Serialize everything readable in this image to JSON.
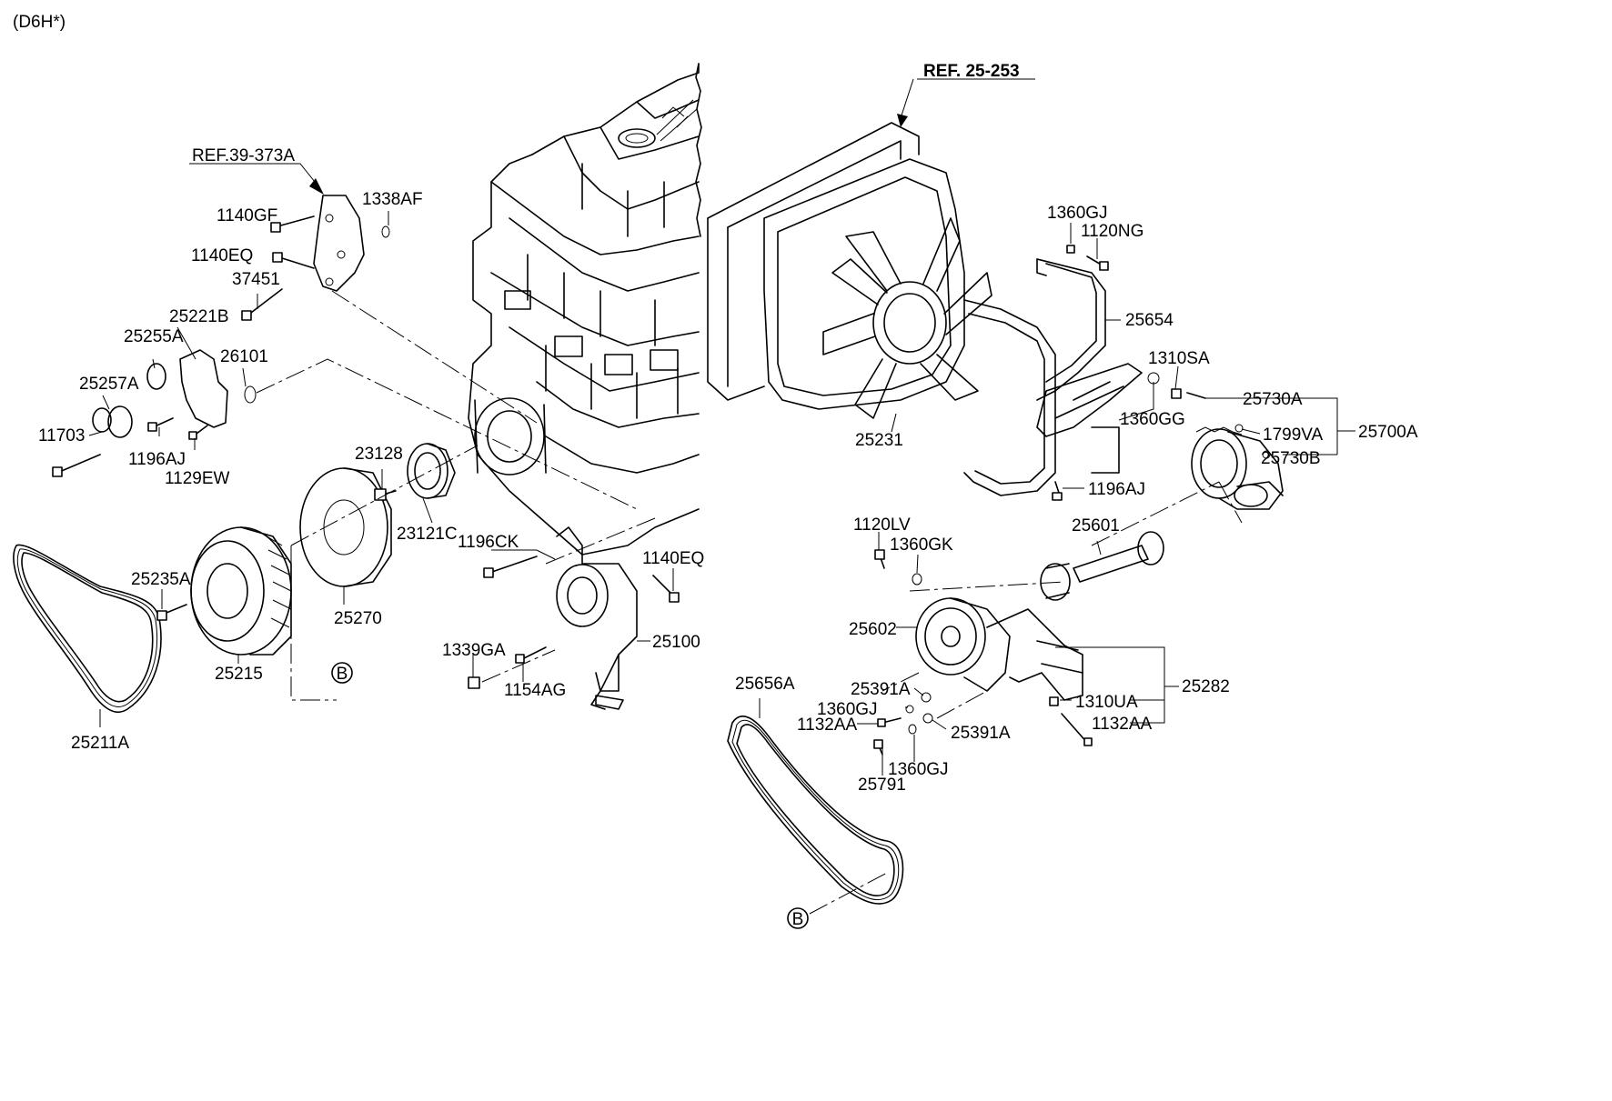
{
  "header": {
    "model": "(D6H*)"
  },
  "references": {
    "ref_39": "REF.39-373A",
    "ref_25": "REF. 25-253"
  },
  "labels": {
    "p1140GF": "1140GF",
    "p1338AF": "1338AF",
    "p1140EQ_a": "1140EQ",
    "p37451": "37451",
    "p25221B": "25221B",
    "p25255A": "25255A",
    "p26101": "26101",
    "p25257A": "25257A",
    "p11703": "11703",
    "p1196AJ_a": "1196AJ",
    "p1129EW": "1129EW",
    "p23128": "23128",
    "p23121C": "23121C",
    "p25235A": "25235A",
    "p25270": "25270",
    "p25215": "25215",
    "p25211A": "25211A",
    "p1196CK": "1196CK",
    "p1140EQ_b": "1140EQ",
    "p25100": "25100",
    "p1339GA": "1339GA",
    "p1154AG": "1154AG",
    "p25231": "25231",
    "p1360GJ_a": "1360GJ",
    "p1120NG": "1120NG",
    "p25654": "25654",
    "p1310SA": "1310SA",
    "p25730A": "25730A",
    "p1360GG": "1360GG",
    "p1799VA": "1799VA",
    "p25700A": "25700A",
    "p25730B": "25730B",
    "p1196AJ_b": "1196AJ",
    "p1120LV": "1120LV",
    "p1360GK": "1360GK",
    "p25601": "25601",
    "p25602": "25602",
    "p25282": "25282",
    "p25391A_a": "25391A",
    "p1360GJ_b": "1360GJ",
    "p1310UA": "1310UA",
    "p25656A": "25656A",
    "p1132AA_a": "1132AA",
    "p1132AA_b": "1132AA",
    "p25391A_b": "25391A",
    "p1360GJ_c": "1360GJ",
    "p25791": "25791"
  },
  "markers": {
    "b1": "B",
    "b2": "B"
  }
}
